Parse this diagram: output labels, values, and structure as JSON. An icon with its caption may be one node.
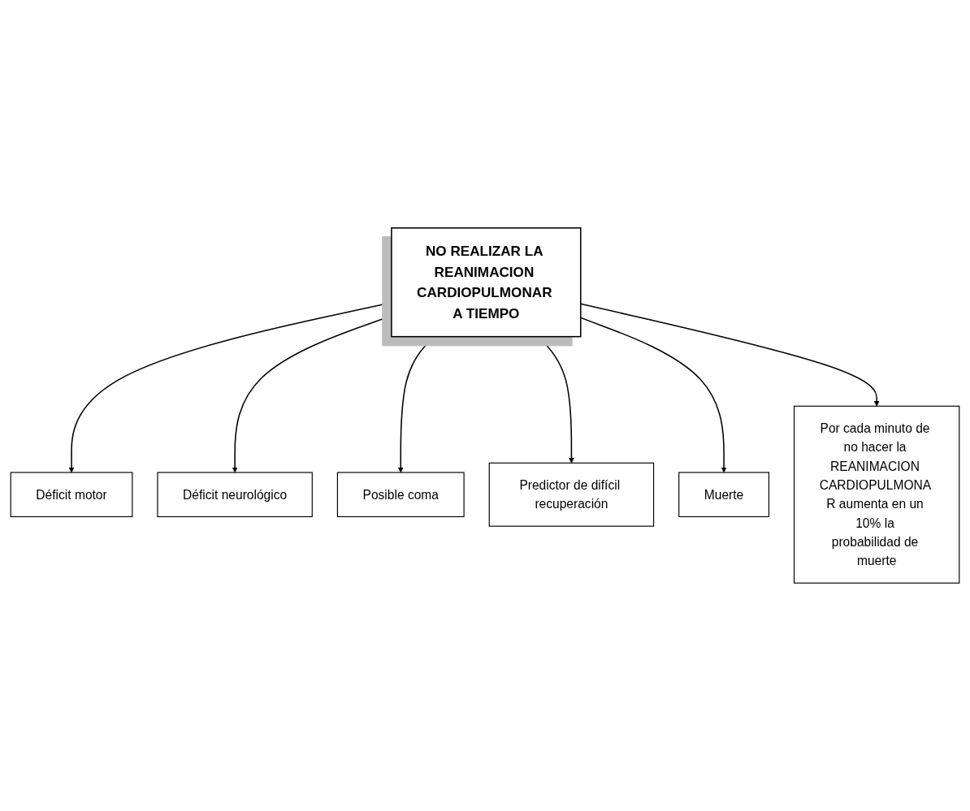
{
  "diagram": {
    "nodes": [
      {
        "text": [
          "Déficit motor"
        ]
      },
      {
        "text": [
          "Déficit neurológico"
        ]
      },
      {
        "text": [
          "Posible coma"
        ]
      },
      {
        "text": [
          "NO REALIZAR LA REANIMACION CARDIOPULMONAR A TIEMPO"
        ]
      },
      {
        "text": [
          "Predictor de difícil recuperación"
        ]
      },
      {
        "text": [
          "Por cada minuto de no hacer la REANIMACION CARDIOPULMONA R aumenta en un 10% la probabilidad de muerte"
        ]
      },
      {
        "text": [
          "Muerte"
        ]
      }
    ],
    "edges": [
      {
        "from": 3,
        "to": 0,
        "arrow": "to"
      },
      {
        "from": 3,
        "to": 1,
        "arrow": "to"
      },
      {
        "from": 3,
        "to": 2,
        "arrow": "to"
      },
      {
        "from": 3,
        "to": 4,
        "arrow": "to"
      },
      {
        "from": 3,
        "to": 6,
        "arrow": "to"
      },
      {
        "from": 3,
        "to": 5,
        "arrow": "to"
      }
    ]
  }
}
